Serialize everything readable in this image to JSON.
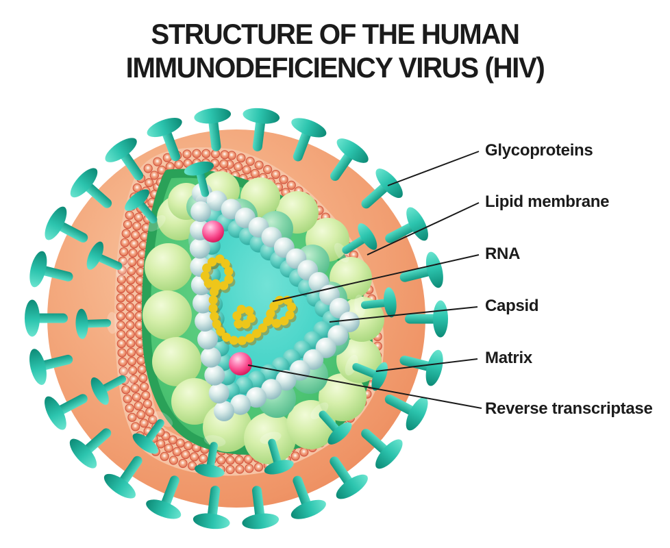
{
  "title": {
    "line1": "STRUCTURE OF THE HUMAN",
    "line2": "IMMUNODEFICIENCY VIRUS (HIV)"
  },
  "labels": [
    {
      "id": "glycoproteins",
      "text": "Glycoproteins"
    },
    {
      "id": "lipid-membrane",
      "text": "Lipid membrane"
    },
    {
      "id": "rna",
      "text": "RNA"
    },
    {
      "id": "capsid",
      "text": "Capsid"
    },
    {
      "id": "matrix",
      "text": "Matrix"
    },
    {
      "id": "reverse-transcriptase",
      "text": "Reverse transcriptase"
    }
  ],
  "colors": {
    "background": "#ffffff",
    "titleText": "#1b1b1b",
    "labelText": "#1b1b1b",
    "leaderLine": "#1a1a1a",
    "envelopeSalmon": "#f09d72",
    "membraneBand": "#f6c3a4",
    "membraneDotRing": "#d0543e",
    "matrixRimGreen": "#2aa158",
    "matrixGreen": "#4dc473",
    "matrixSpherePale": "#c9e89e",
    "capsidSphereBlue": "#cde4e3",
    "coreTeal": "#3ed1c6",
    "rnaYellow": "#eec61a",
    "reverseTranscriptasePink": "#f7458a",
    "spikeTeal": "#2cc4ae"
  }
}
